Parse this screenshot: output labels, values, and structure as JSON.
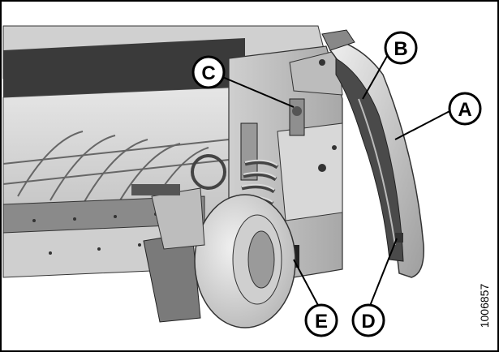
{
  "figure": {
    "callouts": [
      {
        "id": "A",
        "label": "A"
      },
      {
        "id": "B",
        "label": "B"
      },
      {
        "id": "C",
        "label": "C"
      },
      {
        "id": "D",
        "label": "D"
      },
      {
        "id": "E",
        "label": "E"
      }
    ],
    "figure_number": "1006857"
  }
}
